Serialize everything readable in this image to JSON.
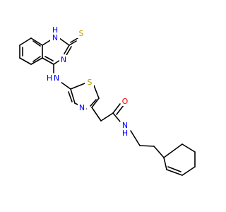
{
  "colors": {
    "N": "#0000ff",
    "S": "#b8a000",
    "O": "#ff0000",
    "H": "#0000ff",
    "bond": "#000000",
    "background": "#ffffff"
  },
  "atoms": [
    {
      "id": "n1h",
      "text": "H",
      "element": "H"
    },
    {
      "id": "n1",
      "text": "N",
      "element": "N"
    },
    {
      "id": "s_thione",
      "text": "S",
      "element": "S"
    },
    {
      "id": "n3",
      "text": "N",
      "element": "N"
    },
    {
      "id": "nh_amine_n",
      "text": "N",
      "element": "N"
    },
    {
      "id": "nh_amine_h",
      "text": "H",
      "element": "H"
    },
    {
      "id": "s_thiazole",
      "text": "S",
      "element": "S"
    },
    {
      "id": "n_thiazole",
      "text": "N",
      "element": "N"
    },
    {
      "id": "o_carbonyl",
      "text": "O",
      "element": "O"
    },
    {
      "id": "n_amide",
      "text": "N",
      "element": "N"
    },
    {
      "id": "n_amide_h",
      "text": "H",
      "element": "H"
    }
  ]
}
